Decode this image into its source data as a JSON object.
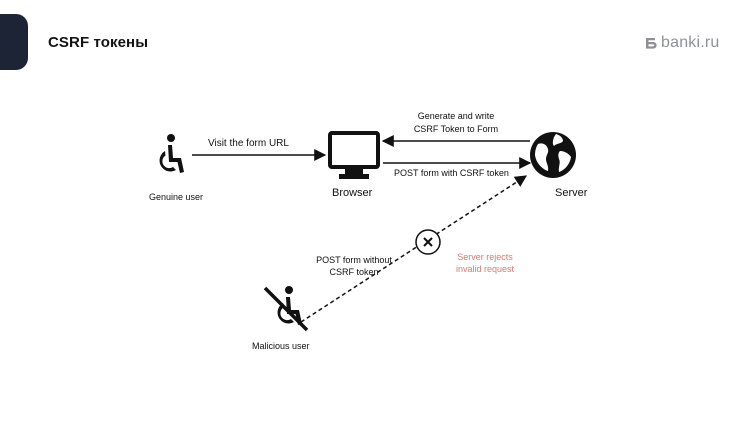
{
  "slide": {
    "title": "CSRF токены",
    "logo_text": "banki.ru"
  },
  "diagram": {
    "nodes": {
      "genuine_user": "Genuine user",
      "browser": "Browser",
      "server": "Server",
      "malicious_user": "Malicious user"
    },
    "edges": {
      "visit_form": "Visit the form URL",
      "generate_token_line1": "Generate and write",
      "generate_token_line2": "CSRF Token to Form",
      "post_with_token": "POST form with CSRF token",
      "post_without_token_line1": "POST form without",
      "post_without_token_line2": "CSRF token"
    },
    "rejection": {
      "line1": "Server rejects",
      "line2": "invalid request"
    },
    "colors": {
      "line": "#111111",
      "reject_text": "#d77a79",
      "tab": "#1d2436",
      "logo": "#8f9196"
    }
  }
}
